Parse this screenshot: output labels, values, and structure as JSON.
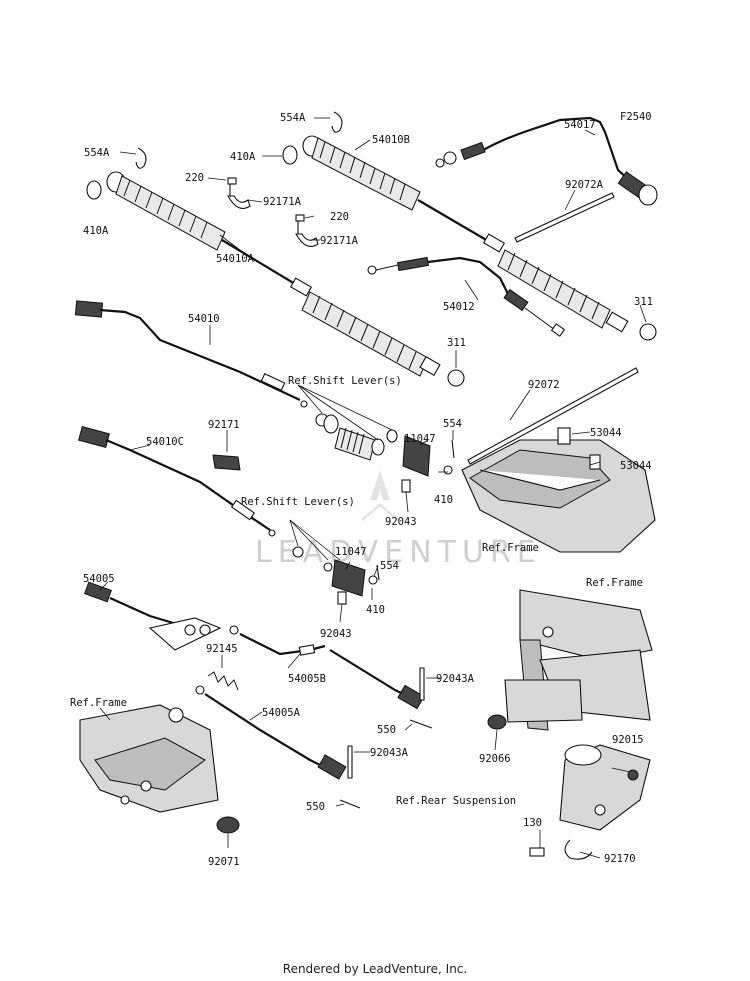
{
  "diagram_id": "F2540",
  "footer": "Rendered by LeadVenture, Inc.",
  "watermark": "LEADVENTURE",
  "labels": {
    "l_554A_top": "554A",
    "l_54010B": "54010B",
    "l_54017": "54017",
    "l_554A_left": "554A",
    "l_410A_mid": "410A",
    "l_220_a": "220",
    "l_92171A_a": "92171A",
    "l_220_b": "220",
    "l_92171A_b": "92171A",
    "l_92072A": "92072A",
    "l_410A_left": "410A",
    "l_54010A": "54010A",
    "l_54012": "54012",
    "l_311_right": "311",
    "l_54010": "54010",
    "l_311_mid": "311",
    "l_92072": "92072",
    "l_92171": "92171",
    "l_554_a": "554",
    "l_11047_a": "11047",
    "l_53044_a": "53044",
    "l_53044_b": "53044",
    "l_54010C": "54010C",
    "l_410_a": "410",
    "l_92043_a": "92043",
    "l_11047_b": "11047",
    "l_554_b": "554",
    "l_54005": "54005",
    "l_410_b": "410",
    "l_92043_b": "92043",
    "l_92145": "92145",
    "l_54005B": "54005B",
    "l_92043A_a": "92043A",
    "l_550_a": "550",
    "l_54005A": "54005A",
    "l_92043A_b": "92043A",
    "l_92066": "92066",
    "l_92015": "92015",
    "l_550_b": "550",
    "l_130": "130",
    "l_92170": "92170",
    "l_92071": "92071"
  },
  "refs": {
    "r_shift_lever_1": "Ref.Shift Lever(s)",
    "r_shift_lever_2": "Ref.Shift Lever(s)",
    "r_frame_center": "Ref.Frame",
    "r_frame_right": "Ref.Frame",
    "r_frame_left": "Ref.Frame",
    "r_rear_suspension": "Ref.Rear Suspension"
  }
}
